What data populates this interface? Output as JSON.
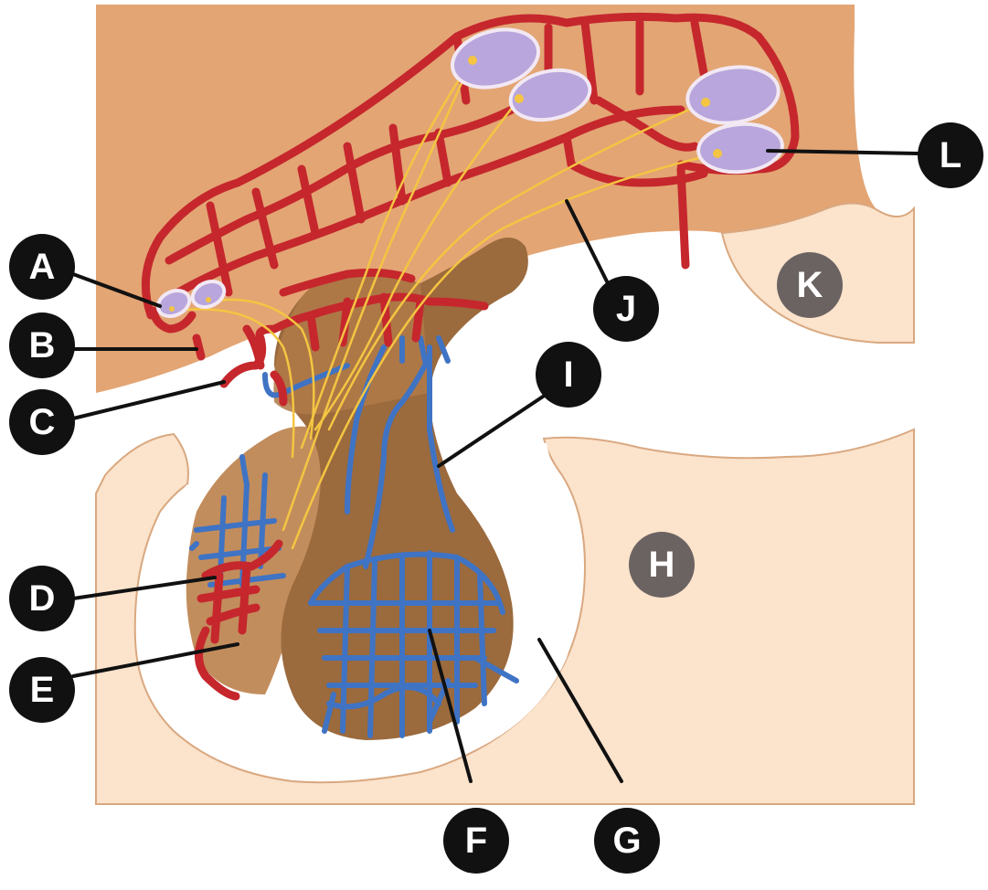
{
  "labels": {
    "A": "A",
    "B": "B",
    "C": "C",
    "D": "D",
    "E": "E",
    "F": "F",
    "G": "G",
    "H": "H",
    "I": "I",
    "J": "J",
    "K": "K",
    "L": "L"
  },
  "colors": {
    "background": "#ffffff",
    "brain_tissue": "#e3a574",
    "bone": "#fbe3cc",
    "bone_edge": "#d9a880",
    "anterior_lobe": "#c28d5c",
    "posterior_lobe": "#9b6a3d",
    "artery": "#c5272d",
    "vein": "#3f73c4",
    "neuron_body": "#b8a6dc",
    "axon": "#f4c542",
    "callout_dark": "#111111",
    "callout_grey": "#6a6361"
  },
  "icons": {
    "arteries": "arterial-network",
    "veins": "venous-network",
    "neurons": "neuron-cell-bodies",
    "axons": "axon-bundle"
  }
}
